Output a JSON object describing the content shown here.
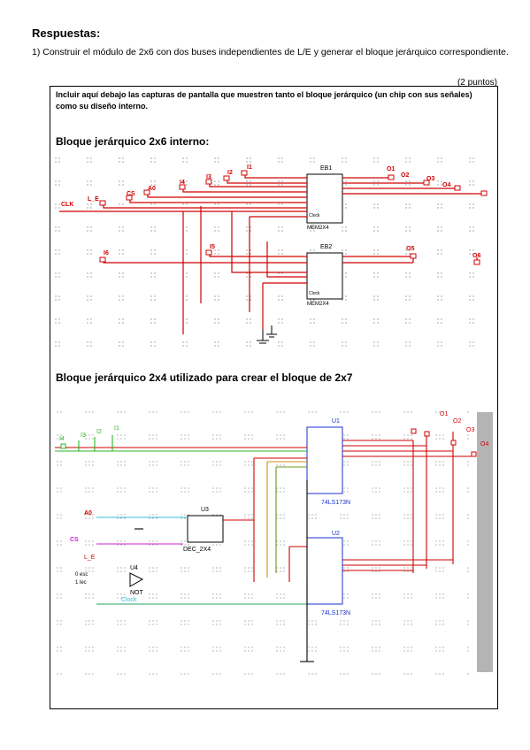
{
  "heading": "Respuestas:",
  "question": "1) Construir el módulo de 2x6 con dos buses independientes de L/E y generar el bloque jerárquico correspondiente.",
  "points": "(2 puntos)",
  "instructions": "Incluir aquí debajo las capturas de pantalla que muestren tanto el bloque jerárquico (un chip con sus señales) como su diseño interno.",
  "section1": {
    "title": "Bloque jerárquico 2x6 interno:",
    "labels": {
      "clk": "CLK",
      "le": "L_E",
      "cs": "CS",
      "a0": "A0",
      "i1": "I1",
      "i2": "I2",
      "i3": "I3",
      "i4": "I4",
      "i5": "I5",
      "i6": "I6",
      "o1": "O1",
      "o2": "O2",
      "o3": "O3",
      "o4": "O4",
      "o5": "O5",
      "o6": "O6",
      "chip1": "EB1",
      "chip2": "EB2",
      "chip1_part": "MEM2X4",
      "chip2_part": "MEM2X4",
      "clock": "Clock"
    }
  },
  "section2": {
    "title": "Bloque jerárquico 2x4 utilizado para crear el bloque de 2x7",
    "labels": {
      "i4": "I4",
      "i3": "I3",
      "i2": "I2",
      "i1": "I1",
      "a0": "A0",
      "cs": "CS",
      "le": "L_E",
      "u1": "U1",
      "u2": "U2",
      "u3": "U3",
      "u4": "U4",
      "u1_part": "74LS173N",
      "u2_part": "74LS173N",
      "u3_part": "DEC_2X4",
      "u4_part": "NOT",
      "o1": "O1",
      "o2": "O2",
      "o3": "O3",
      "o4": "O4",
      "clock": "Clock",
      "zero_esc": "0 esc",
      "one_lec": "1 lec"
    }
  }
}
